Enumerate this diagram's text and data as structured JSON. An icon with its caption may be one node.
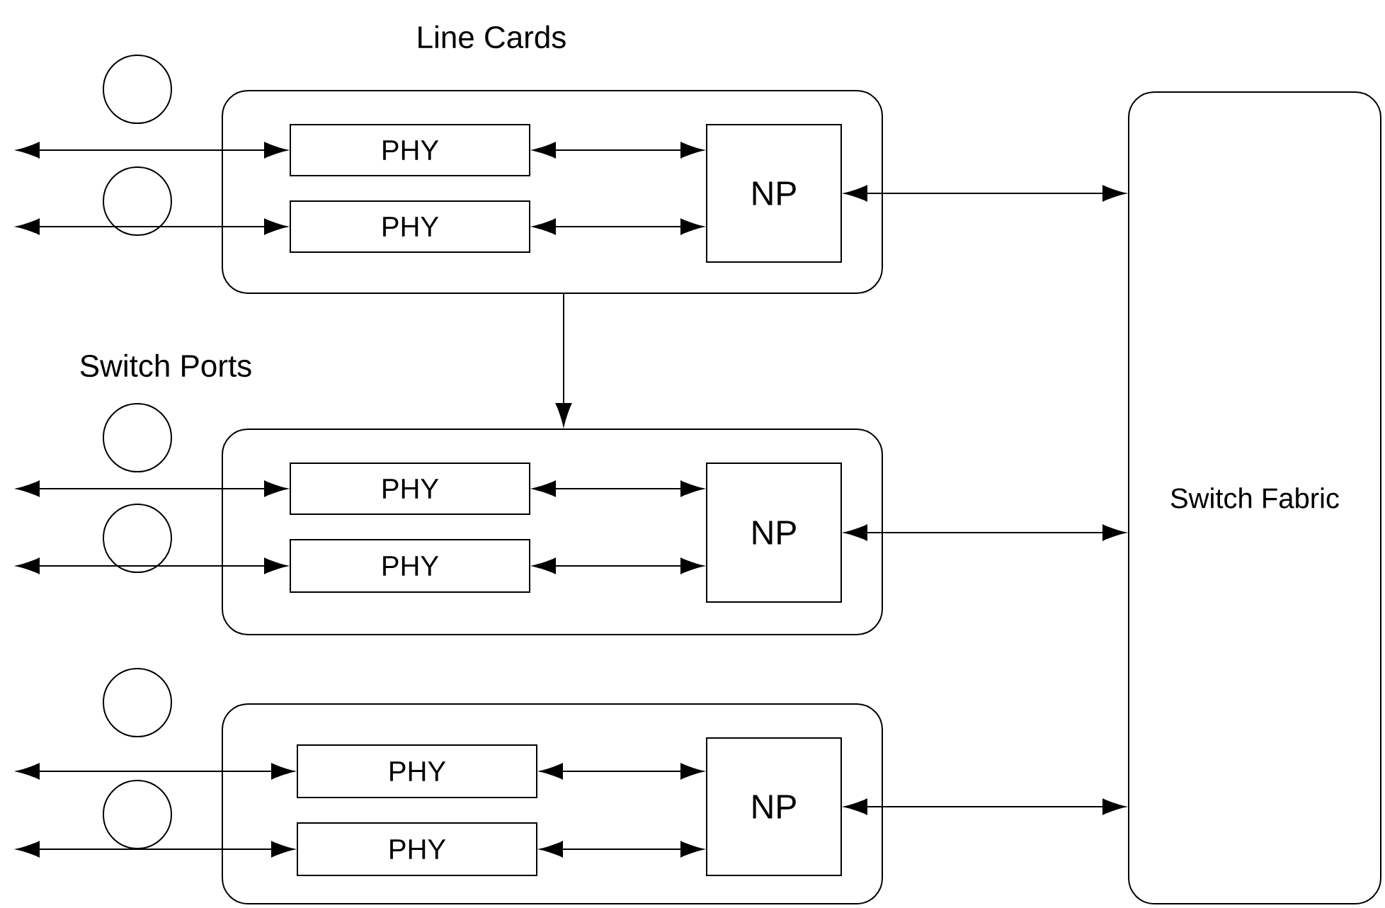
{
  "diagram": {
    "nodes": [
      {
        "text": [],
        "shape": "box"
      },
      {
        "text": [
          "PHY"
        ],
        "in": 0
      },
      {
        "text": [
          "PHY"
        ],
        "in": 0
      },
      {
        "text": [
          "NP"
        ],
        "in": 0
      },
      {
        "text": [],
        "shape": "box"
      },
      {
        "text": [
          "PHY"
        ],
        "in": 4
      },
      {
        "text": [
          "PHY"
        ],
        "in": 4
      },
      {
        "text": [
          "NP"
        ],
        "in": 4
      },
      {
        "text": [],
        "shape": "box"
      },
      {
        "text": [
          "PHY"
        ],
        "in": 8
      },
      {
        "text": [
          "PHY"
        ],
        "in": 8
      },
      {
        "text": [
          "NP"
        ],
        "in": 8
      },
      {
        "text": [
          "Switch Fabric"
        ]
      },
      {
        "text": [],
        "shape": "circle"
      },
      {
        "text": [],
        "shape": "circle"
      },
      {
        "text": [],
        "shape": "circle"
      },
      {
        "text": [],
        "shape": "circle"
      },
      {
        "text": [],
        "shape": "circle"
      },
      {
        "text": [],
        "shape": "circle"
      }
    ],
    "edges": [
      {
        "from": null,
        "to": 1,
        "arrow": "both"
      },
      {
        "from": null,
        "to": 2,
        "arrow": "both"
      },
      {
        "from": 1,
        "to": 3,
        "arrow": "both"
      },
      {
        "from": 2,
        "to": 3,
        "arrow": "both"
      },
      {
        "from": 3,
        "to": 12,
        "arrow": "both"
      },
      {
        "from": 0,
        "to": 4,
        "arrow": "to"
      },
      {
        "from": null,
        "to": 5,
        "arrow": "both"
      },
      {
        "from": null,
        "to": 6,
        "arrow": "both"
      },
      {
        "from": 5,
        "to": 7,
        "arrow": "both"
      },
      {
        "from": 6,
        "to": 7,
        "arrow": "both"
      },
      {
        "from": 7,
        "to": 12,
        "arrow": "both"
      },
      {
        "from": null,
        "to": 9,
        "arrow": "both"
      },
      {
        "from": null,
        "to": 10,
        "arrow": "both"
      },
      {
        "from": 9,
        "to": 11,
        "arrow": "both"
      },
      {
        "from": 10,
        "to": 11,
        "arrow": "both"
      },
      {
        "from": 11,
        "to": 12,
        "arrow": "both"
      }
    ],
    "labels": [
      "Line Cards",
      "Switch Ports"
    ]
  }
}
